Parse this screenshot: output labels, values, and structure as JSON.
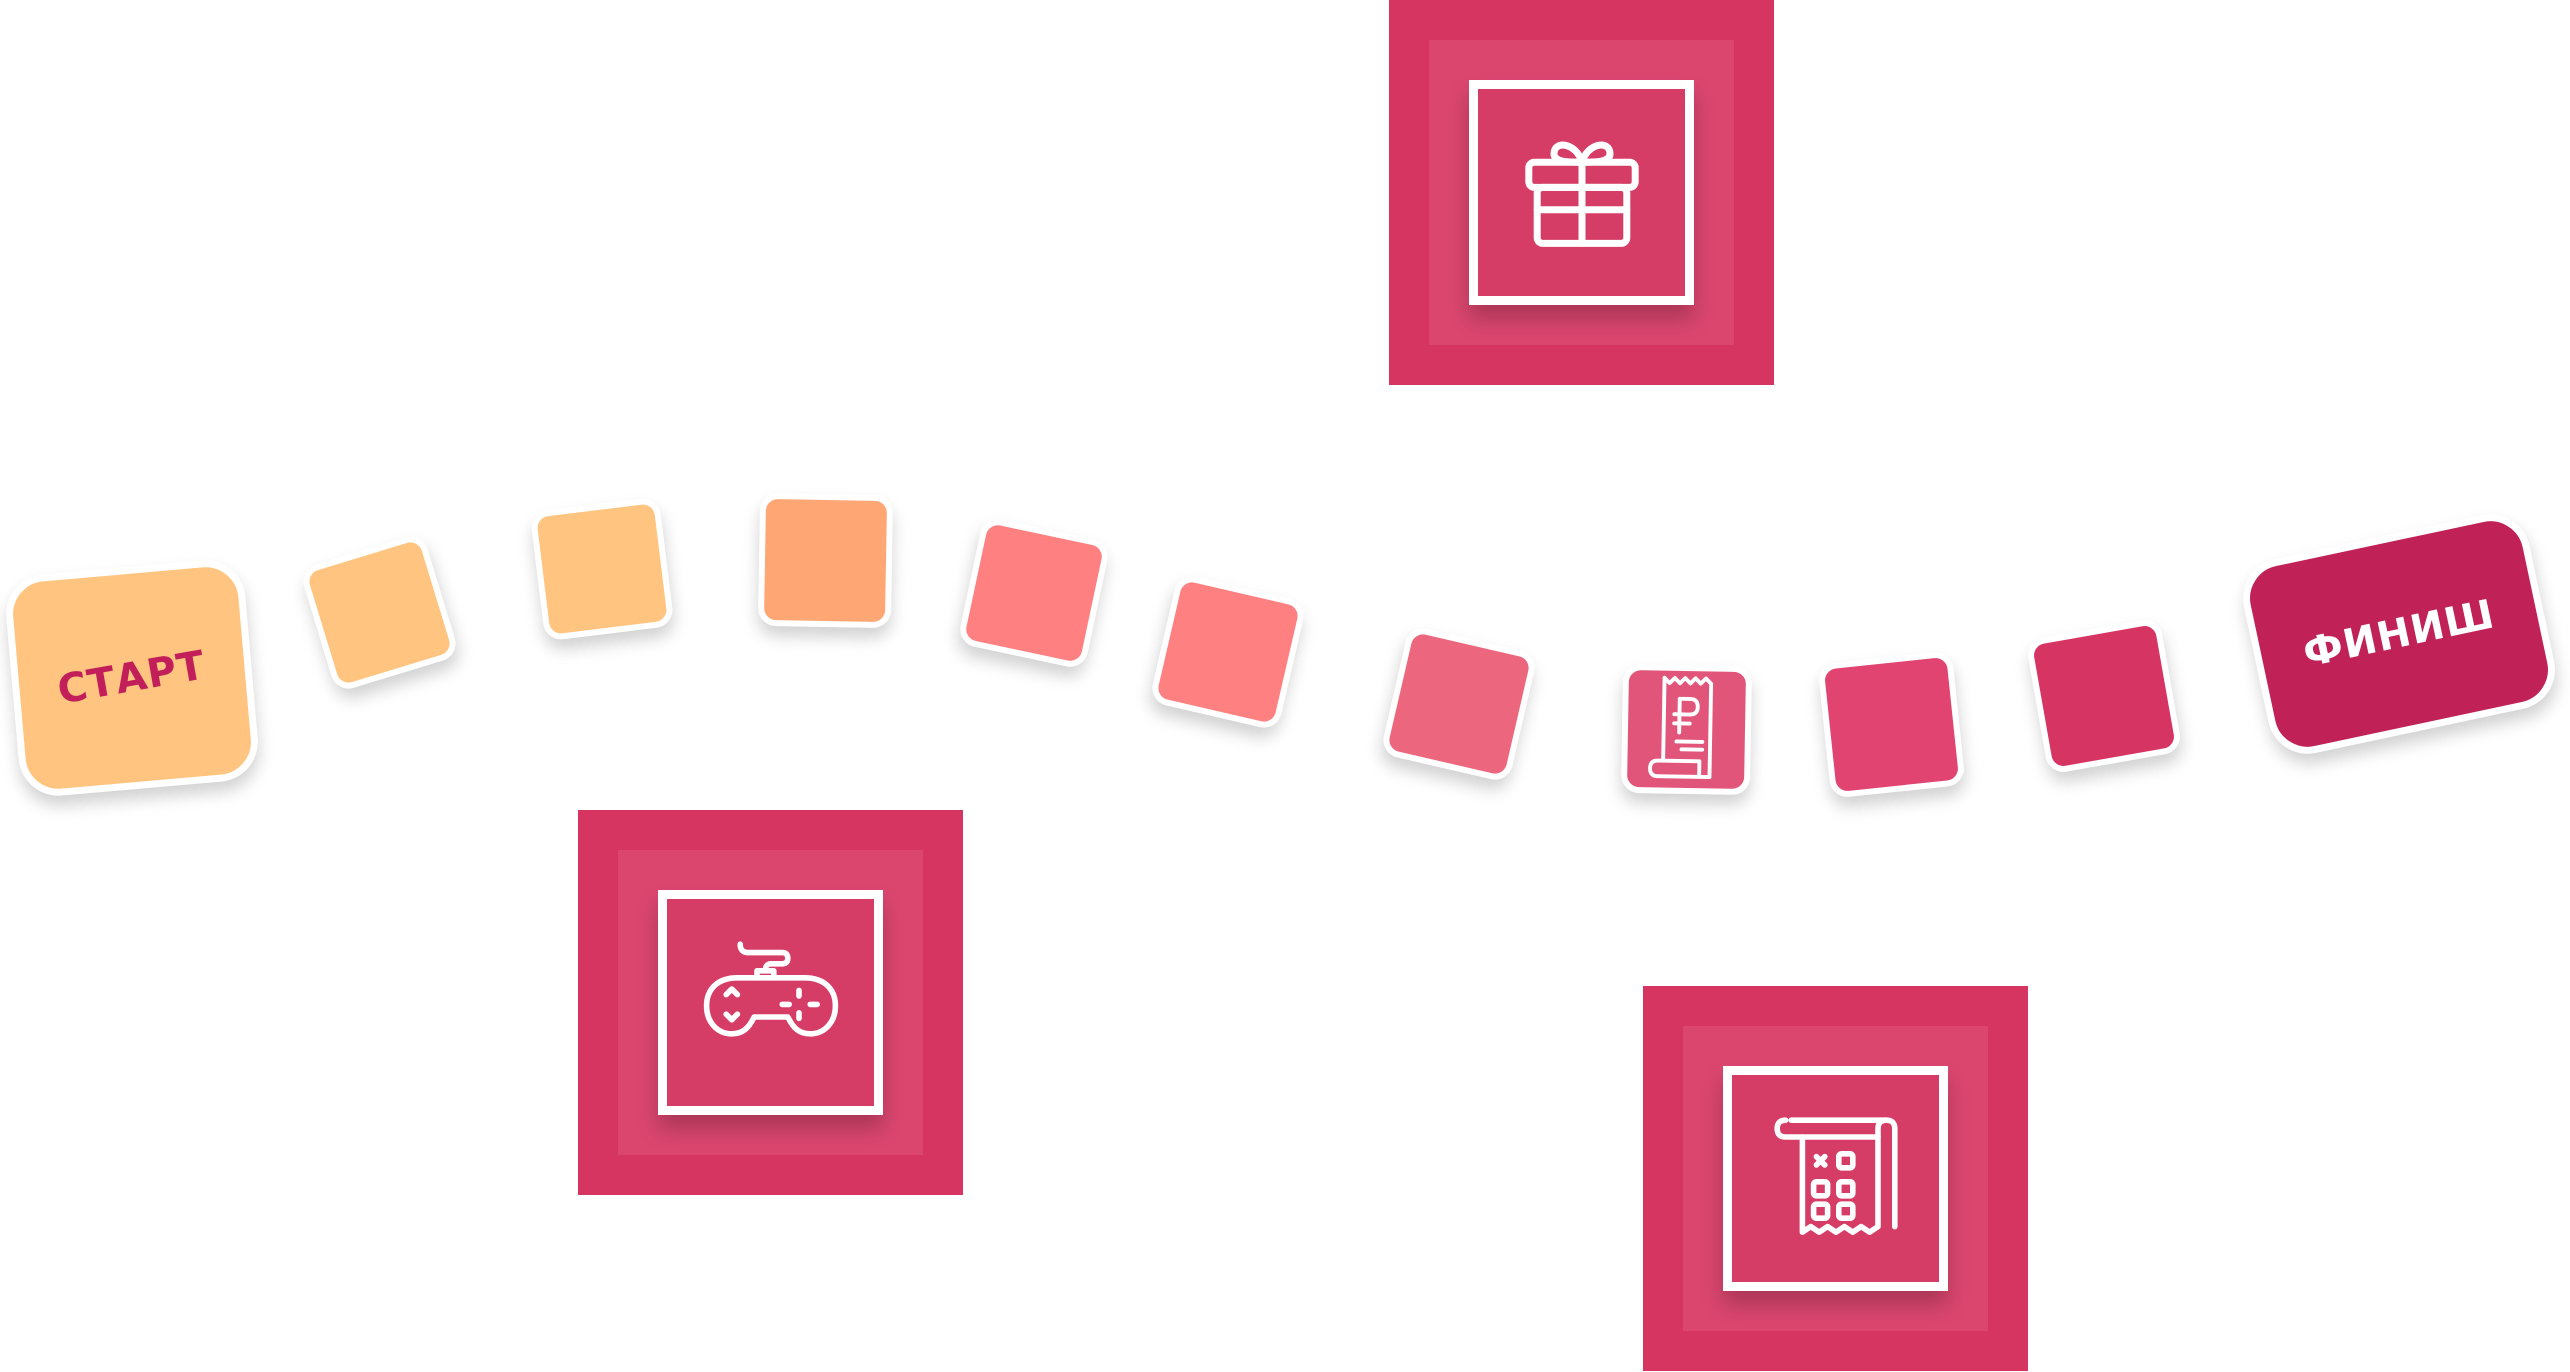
{
  "board": {
    "colors": {
      "tile_border": "#ffffff",
      "card_frame": "#d63562",
      "card_mid": "#db466f",
      "card_inner": "#d63d66",
      "icon_stroke": "#ffffff"
    },
    "path": {
      "start_label": "СТАРТ",
      "finish_label": "ФИНИШ",
      "tiles": [
        {
          "name": "start-tile",
          "color": "#ffc47f",
          "label_color": "#c21f5a",
          "kind": "start"
        },
        {
          "name": "path-tile-1",
          "color": "#ffc47f",
          "kind": "plain"
        },
        {
          "name": "path-tile-2",
          "color": "#ffc47f",
          "kind": "plain"
        },
        {
          "name": "path-tile-3",
          "color": "#ffa675",
          "kind": "plain"
        },
        {
          "name": "path-tile-4",
          "color": "#ff8080",
          "kind": "plain"
        },
        {
          "name": "path-tile-5",
          "color": "#ff8080",
          "kind": "plain"
        },
        {
          "name": "path-tile-6",
          "color": "#ec667d",
          "kind": "plain"
        },
        {
          "name": "path-tile-7",
          "color": "#e2557a",
          "kind": "receipt",
          "icon": "ruble-receipt-icon"
        },
        {
          "name": "path-tile-8",
          "color": "#e14470",
          "kind": "plain"
        },
        {
          "name": "path-tile-9",
          "color": "#d63462",
          "kind": "plain"
        },
        {
          "name": "finish-tile",
          "color": "#c02258",
          "label_color": "#ffffff",
          "kind": "finish"
        }
      ]
    },
    "cards": [
      {
        "name": "gift-card",
        "icon": "gift-icon"
      },
      {
        "name": "gamepad-card",
        "icon": "gamepad-icon"
      },
      {
        "name": "calculator-receipt-card",
        "icon": "calculator-receipt-icon"
      }
    ]
  }
}
